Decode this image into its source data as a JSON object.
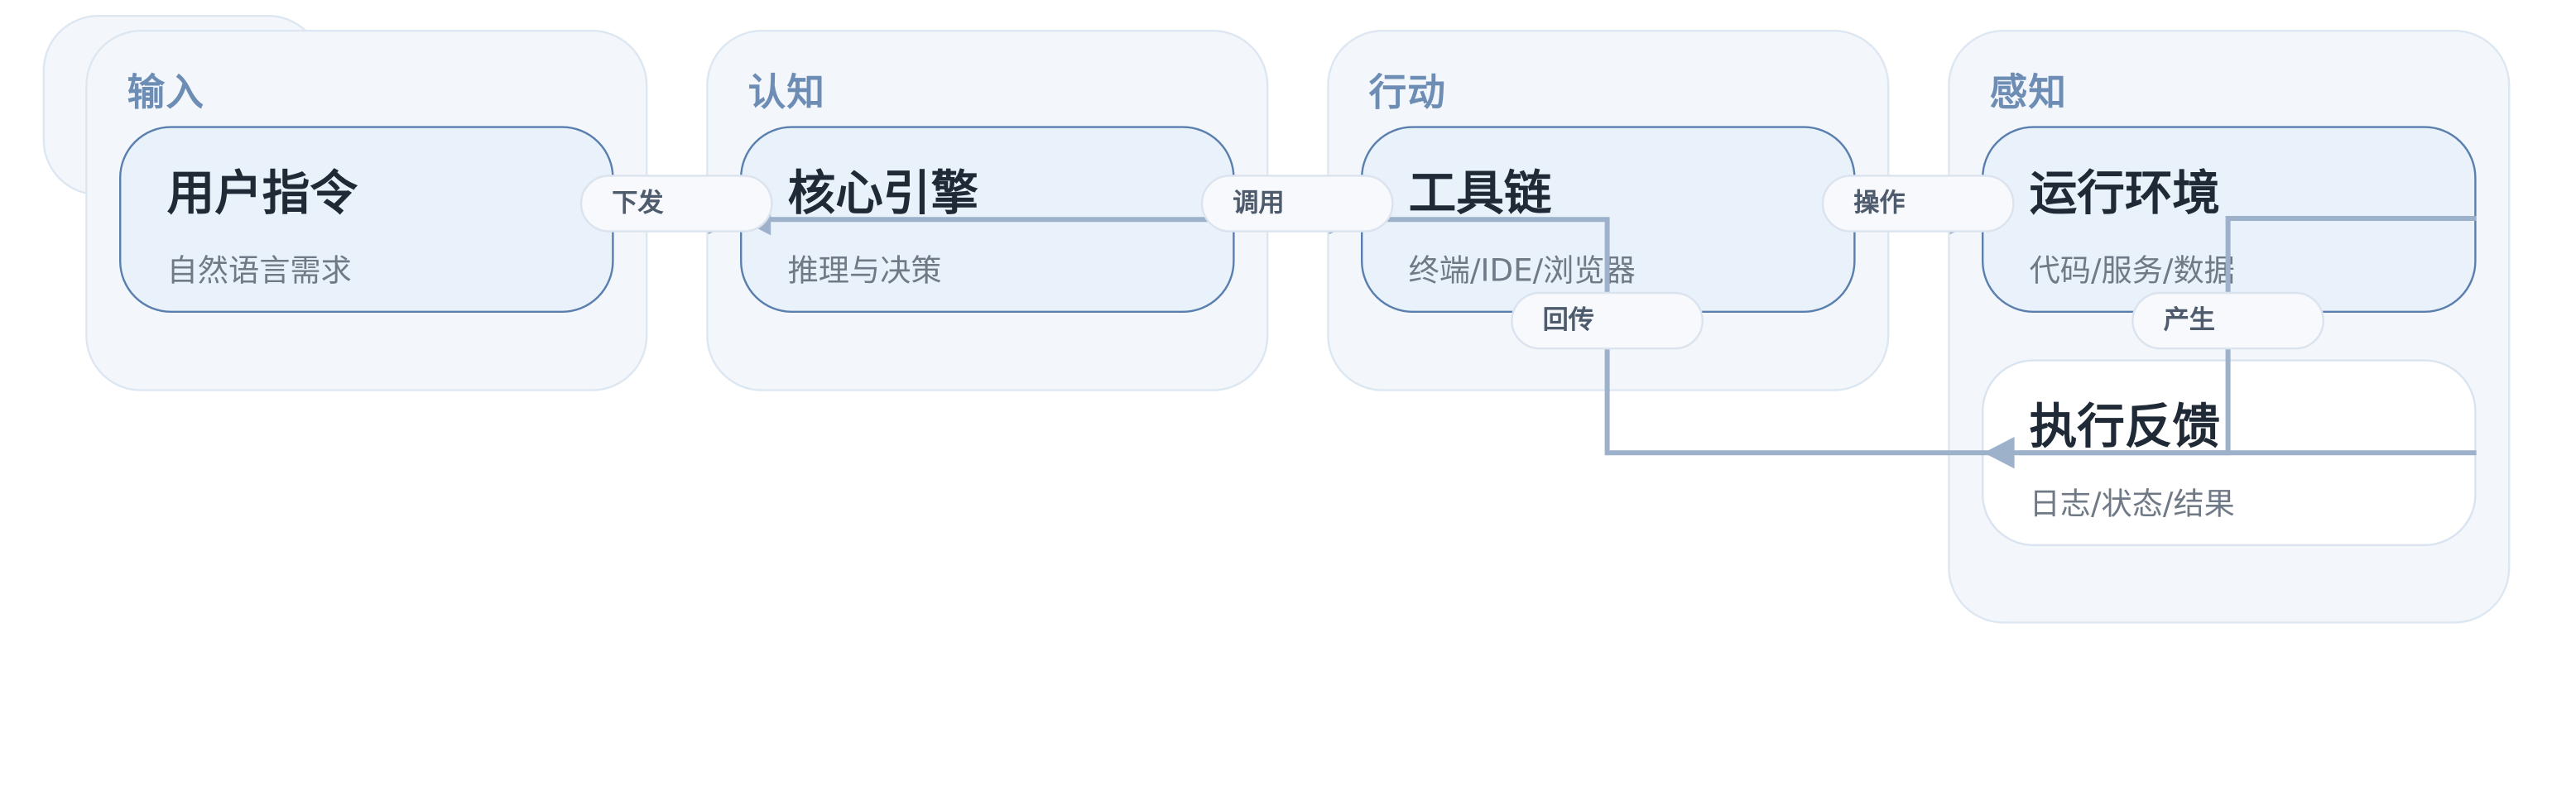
{
  "lanes": {
    "input": {
      "title": "输入"
    },
    "cognition": {
      "title": "认知"
    },
    "action": {
      "title": "行动"
    },
    "perception": {
      "title": "感知"
    }
  },
  "nodes": {
    "user_command": {
      "title": "用户指令",
      "subtitle": "自然语言需求"
    },
    "core_engine": {
      "title": "核心引擎",
      "subtitle": "推理与决策"
    },
    "toolchain": {
      "title": "工具链",
      "subtitle": "终端/IDE/浏览器"
    },
    "runtime_env": {
      "title": "运行环境",
      "subtitle": "代码/服务/数据"
    },
    "exec_feedback": {
      "title": "执行反馈",
      "subtitle": "日志/状态/结果"
    }
  },
  "edges": {
    "dispatch": "下发",
    "invoke": "调用",
    "operate": "操作",
    "return": "回传",
    "produce": "产生"
  },
  "colors": {
    "lane_bg": "#f3f7fc",
    "node_bg": "#e9f1fb",
    "node_border": "#5a7fae",
    "connector": "#9db1ca",
    "lane_title": "#6e8db5"
  }
}
